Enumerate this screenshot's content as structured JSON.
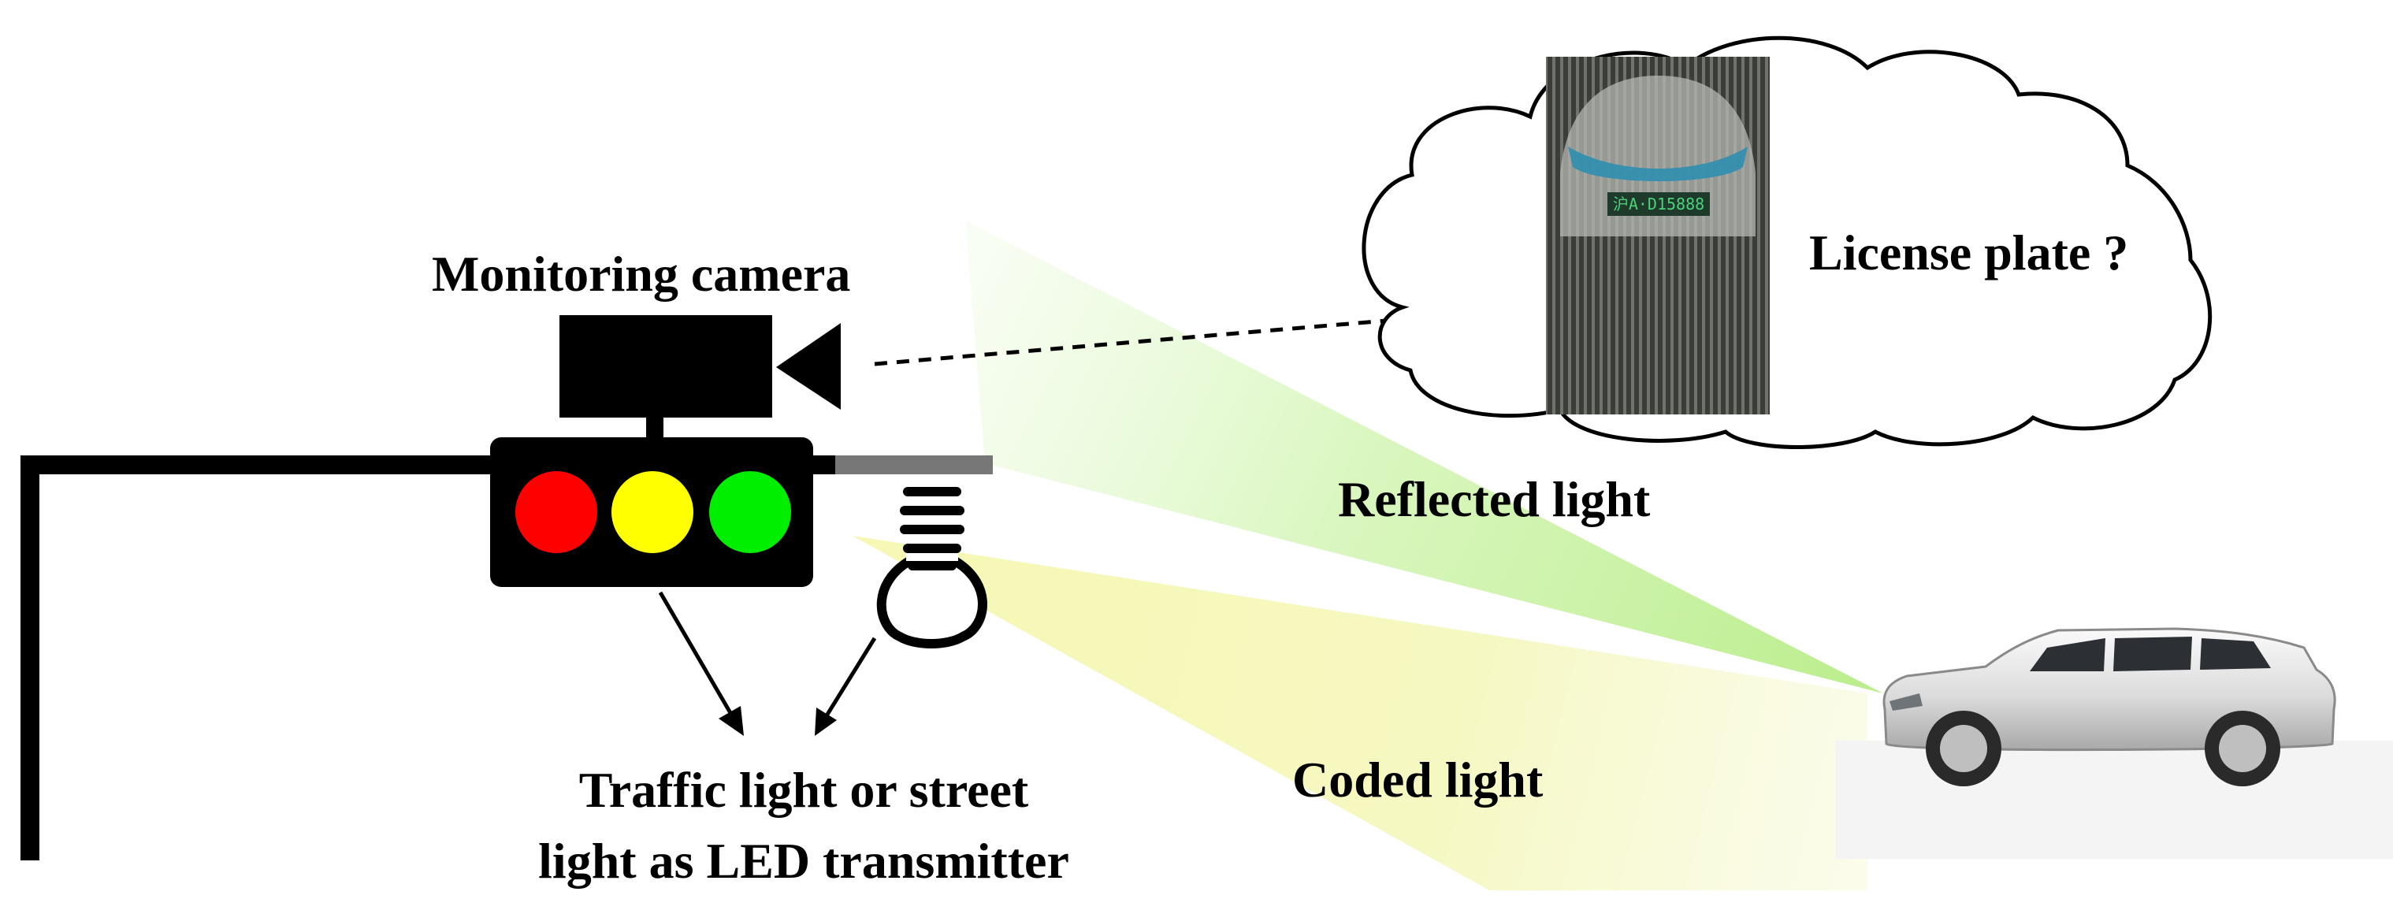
{
  "labels": {
    "monitoring_camera": "Monitoring camera",
    "license_plate": "License plate ?",
    "reflected_light": "Reflected light",
    "coded_light": "Coded light",
    "transmitter_line1": "Traffic light or street",
    "transmitter_line2": "light as LED transmitter"
  },
  "plate_text": "沪A·D15888",
  "colors": {
    "red_lamp": "#ff0000",
    "yellow_lamp": "#ffff00",
    "green_lamp": "#00ee00",
    "reflected_beam": "#c8f5a0",
    "coded_beam": "#f0f59a",
    "pole": "#000000"
  }
}
